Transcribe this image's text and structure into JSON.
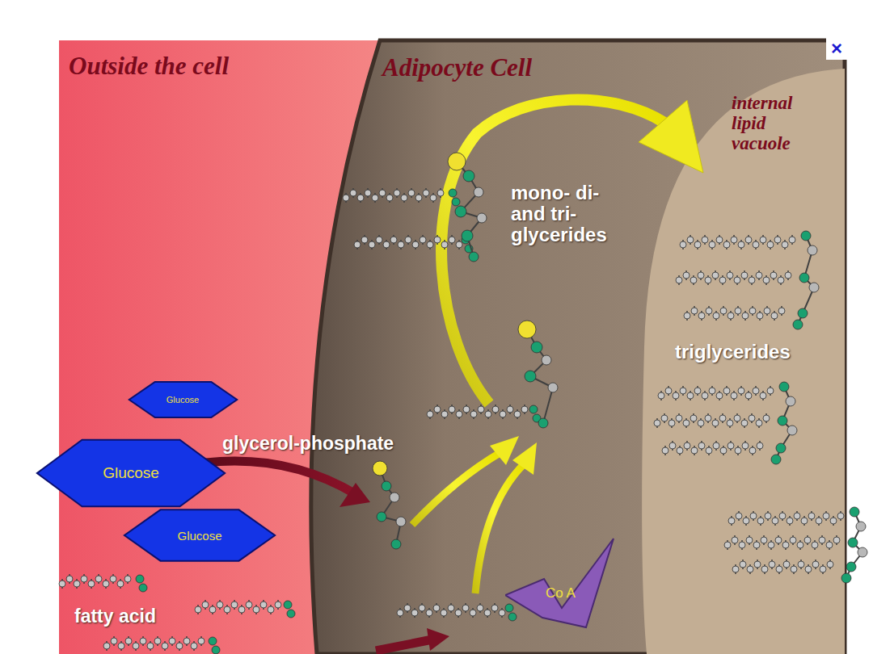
{
  "diagram": {
    "nodes": [
      {
        "text": [
          "Outside the cell"
        ]
      },
      {
        "text": [
          "Adipocyte Cell"
        ]
      },
      {
        "text": [
          "internal lipid vacuole"
        ],
        "in": 1
      },
      {
        "text": [
          "Glucose"
        ],
        "in": 0
      },
      {
        "text": [
          "Glucose"
        ],
        "in": 0
      },
      {
        "text": [
          "Glucose"
        ],
        "in": 0
      },
      {
        "text": [
          "Co A"
        ],
        "in": 1
      }
    ],
    "labels": [
      "×",
      "mono- di- and tri- glycerides",
      "glycerol-phosphate",
      "triglycerides",
      "fatty acid"
    ]
  }
}
